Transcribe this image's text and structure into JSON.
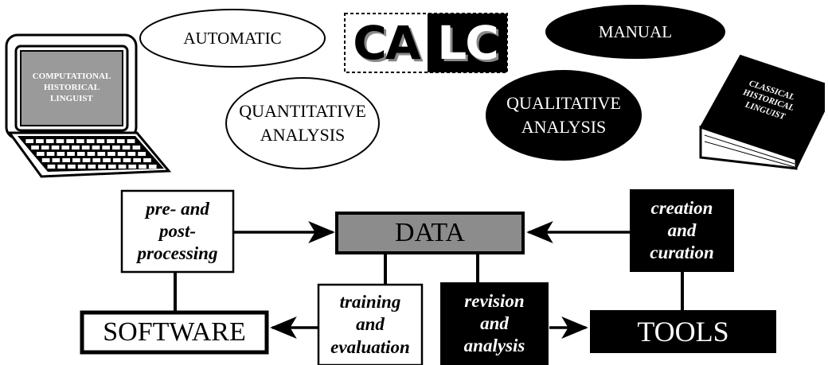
{
  "logo": {
    "part1": "CA",
    "part2": "LC"
  },
  "ellipses": {
    "automatic": "AUTOMATIC",
    "manual": "MANUAL",
    "quantitative_line1": "QUANTITATIVE",
    "quantitative_line2": "ANALYSIS",
    "qualitative_line1": "QUALITATIVE",
    "qualitative_line2": "ANALYSIS"
  },
  "laptop": {
    "line1": "COMPUTATIONAL",
    "line2": "HISTORICAL",
    "line3": "LINGUIST"
  },
  "book": {
    "line1": "CLASSICAL",
    "line2": "HISTORICAL",
    "line3": "LINGUIST"
  },
  "nodes": {
    "data": "DATA",
    "software": "SOFTWARE",
    "tools": "TOOLS"
  },
  "processes": {
    "pre_post": [
      "pre- and",
      "post-",
      "processing"
    ],
    "creation": [
      "creation",
      "and",
      "curation"
    ],
    "training": [
      "training",
      "and",
      "evaluation"
    ],
    "revision": [
      "revision",
      "and",
      "analysis"
    ]
  },
  "colors": {
    "black": "#000000",
    "white": "#ffffff",
    "grey": "#8c8c8c",
    "screen_grey": "#9a9a9a"
  }
}
